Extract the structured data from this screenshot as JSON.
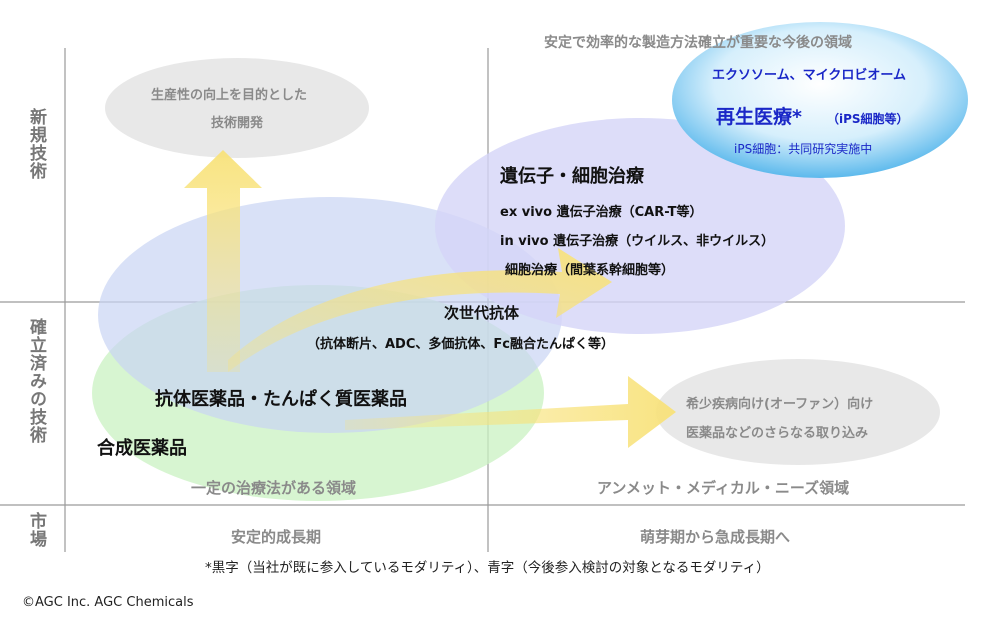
{
  "colors": {
    "grid": "#9a9a9a",
    "green_ellipse": "#c9f2c2",
    "blue_ellipse": "#c9d4f4",
    "lavender_ellipse": "#d4d4f7",
    "grey_ellipse": "#e6e6e6",
    "cyan_ellipse": "#43aee9",
    "arrow_yellow": "#f8e27a",
    "established_text": "#111111",
    "future_text": "#1a27c7",
    "axis_text": "#777777"
  },
  "axes": {
    "row_new_tech": "新規技術",
    "row_established_tech": "確立済みの技術",
    "row_market": "市場",
    "market_left": "安定的成長期",
    "market_right": "萌芽期から急成長期へ"
  },
  "left_top": {
    "bubble_line1": "生産性の向上を目的とした",
    "bubble_line2": "技術開発"
  },
  "right_top": {
    "header": "安定で効率的な製造方法確立が重要な今後の領域",
    "exosome": "エクソソーム、マイクロビオーム",
    "regen_title": "再生医療*",
    "regen_note": "（iPS細胞等）",
    "ips_note": "iPS細胞：共同研究実施中"
  },
  "gene_cell": {
    "title": "遺伝子・細胞治療",
    "item1": "ex vivo 遺伝子治療（CAR-T等）",
    "item2": "in vivo 遺伝子治療（ウイルス、非ウイルス）",
    "item3": "細胞治療（間葉系幹細胞等）"
  },
  "next_gen": {
    "title": "次世代抗体",
    "detail": "（抗体断片、ADC、多価抗体、Fc融合たんぱく等）"
  },
  "left_bottom": {
    "antibody": "抗体医薬品・たんぱく質医薬品",
    "synthetic": "合成医薬品",
    "region": "一定の治療法がある領域"
  },
  "right_bottom": {
    "orphan_line1": "希少疾病向け(オーファン）向け",
    "orphan_line2": "医薬品などのさらなる取り込み",
    "region": "アンメット・メディカル・ニーズ領域"
  },
  "footnote": "*黒字（当社が既に参入しているモダリティ）、青字（今後参入検討の対象となるモダリティ）",
  "copyright": "©AGC Inc. AGC Chemicals"
}
